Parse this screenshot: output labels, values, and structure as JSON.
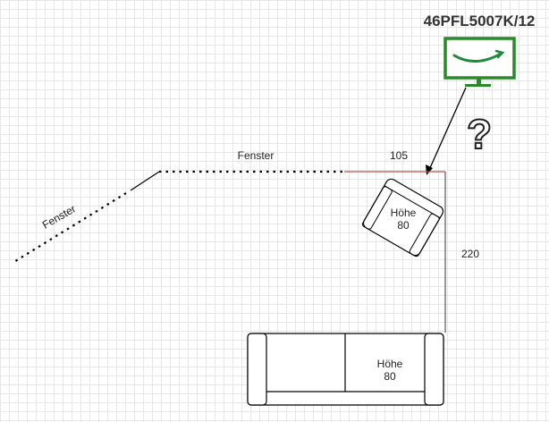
{
  "tv": {
    "model": "46PFL5007K/12",
    "icon": "tv-monitor-icon",
    "frame_color": "#2a8a2a",
    "smile_color": "#1f8a3a"
  },
  "question_mark": {
    "glyph": "?",
    "icon": "question-mark-icon"
  },
  "window_top_label": "Fenster",
  "window_left_label": "Fenster",
  "dimension_top": "105",
  "dimension_right": "220",
  "armchair": {
    "label_line1": "Höhe",
    "label_line2": "80",
    "icon": "armchair-icon"
  },
  "sofa": {
    "label_line1": "Höhe",
    "label_line2": "80",
    "icon": "sofa-icon"
  },
  "colors": {
    "wall_top": "#c0504d",
    "lines": "#000000",
    "grid": "#e6e6e6"
  }
}
